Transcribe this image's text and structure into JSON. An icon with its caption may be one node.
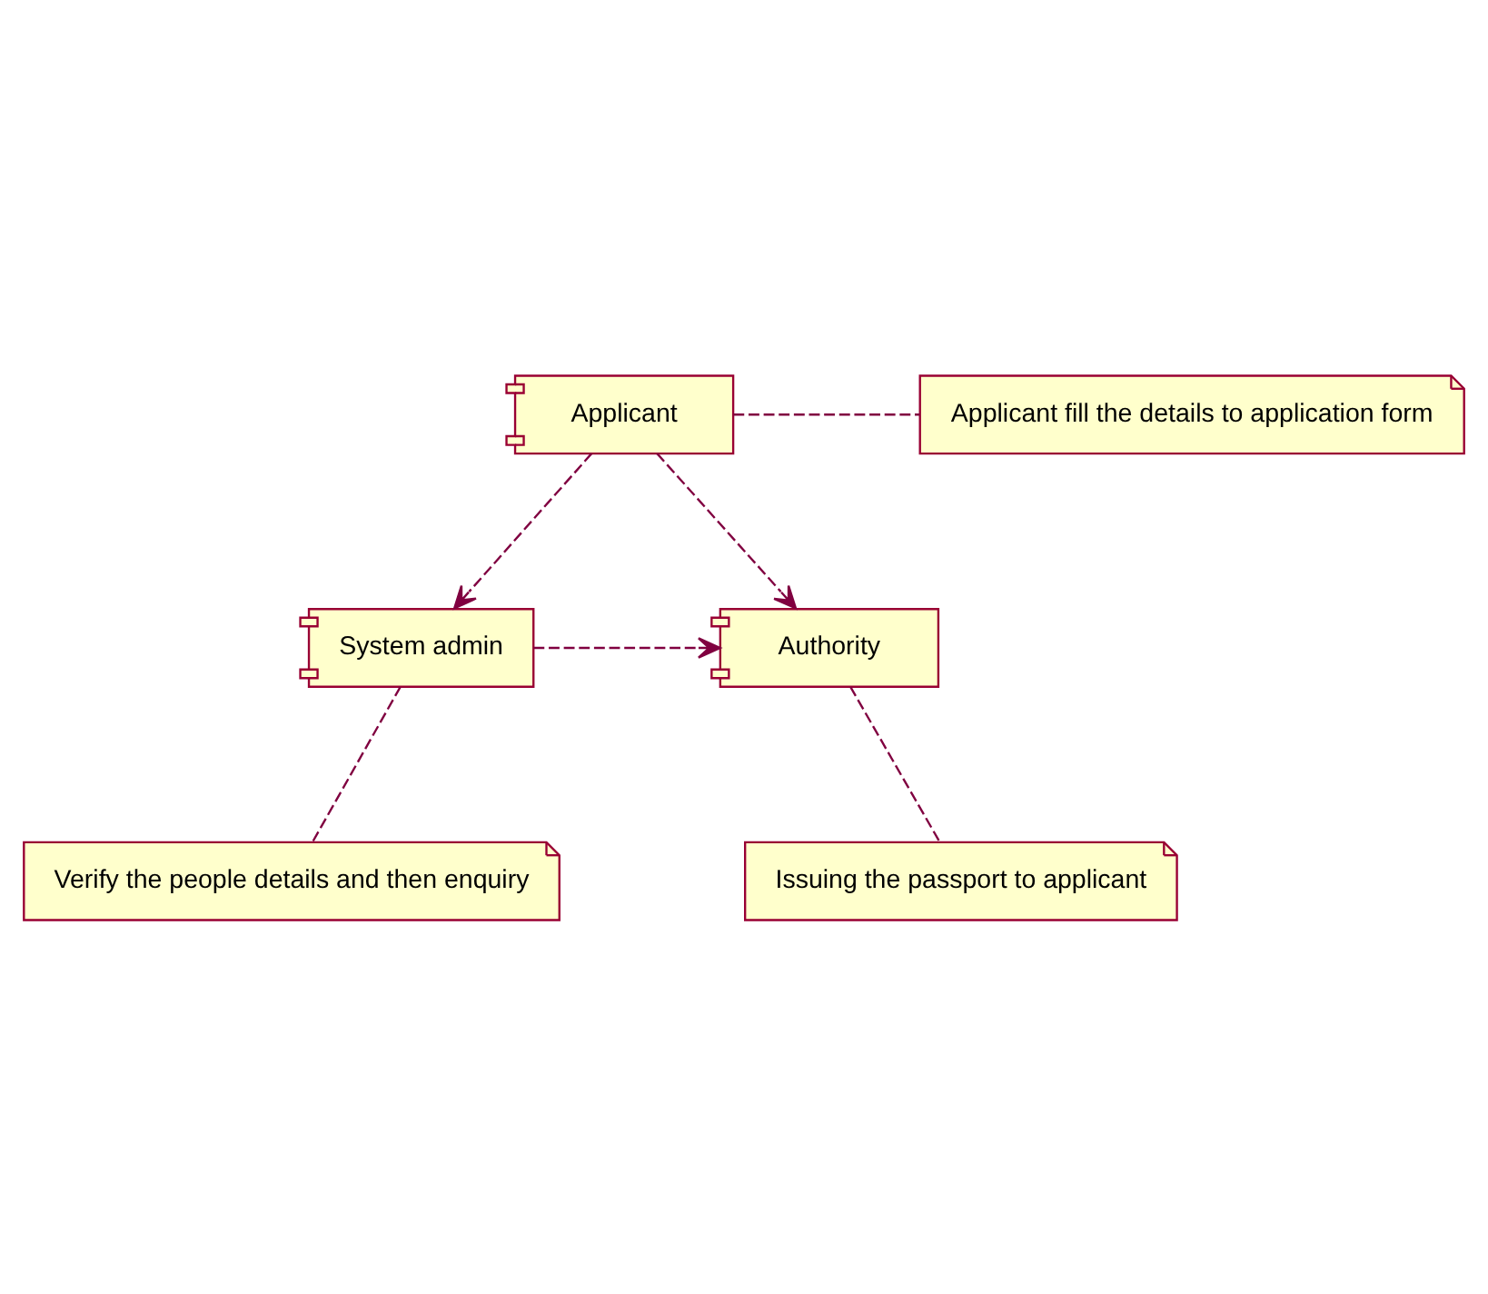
{
  "diagram": {
    "nodes": [
      {
        "text": [
          "Applicant"
        ]
      },
      {
        "text": [
          "Applicant fill the details to application form"
        ]
      },
      {
        "text": [
          "System admin"
        ]
      },
      {
        "text": [
          "Authority"
        ]
      },
      {
        "text": [
          "Verify the people details and then enquiry"
        ]
      },
      {
        "text": [
          "Issuing the passport to applicant"
        ]
      }
    ],
    "edges": [
      {
        "from": 0,
        "to": 1,
        "arrow": "none",
        "style": "dashed"
      },
      {
        "from": 0,
        "to": 2,
        "arrow": "to",
        "style": "dashed"
      },
      {
        "from": 0,
        "to": 3,
        "arrow": "to",
        "style": "dashed"
      },
      {
        "from": 2,
        "to": 3,
        "arrow": "to",
        "style": "dashed"
      },
      {
        "from": 2,
        "to": 4,
        "arrow": "none",
        "style": "dashed"
      },
      {
        "from": 3,
        "to": 5,
        "arrow": "none",
        "style": "dashed"
      }
    ]
  }
}
